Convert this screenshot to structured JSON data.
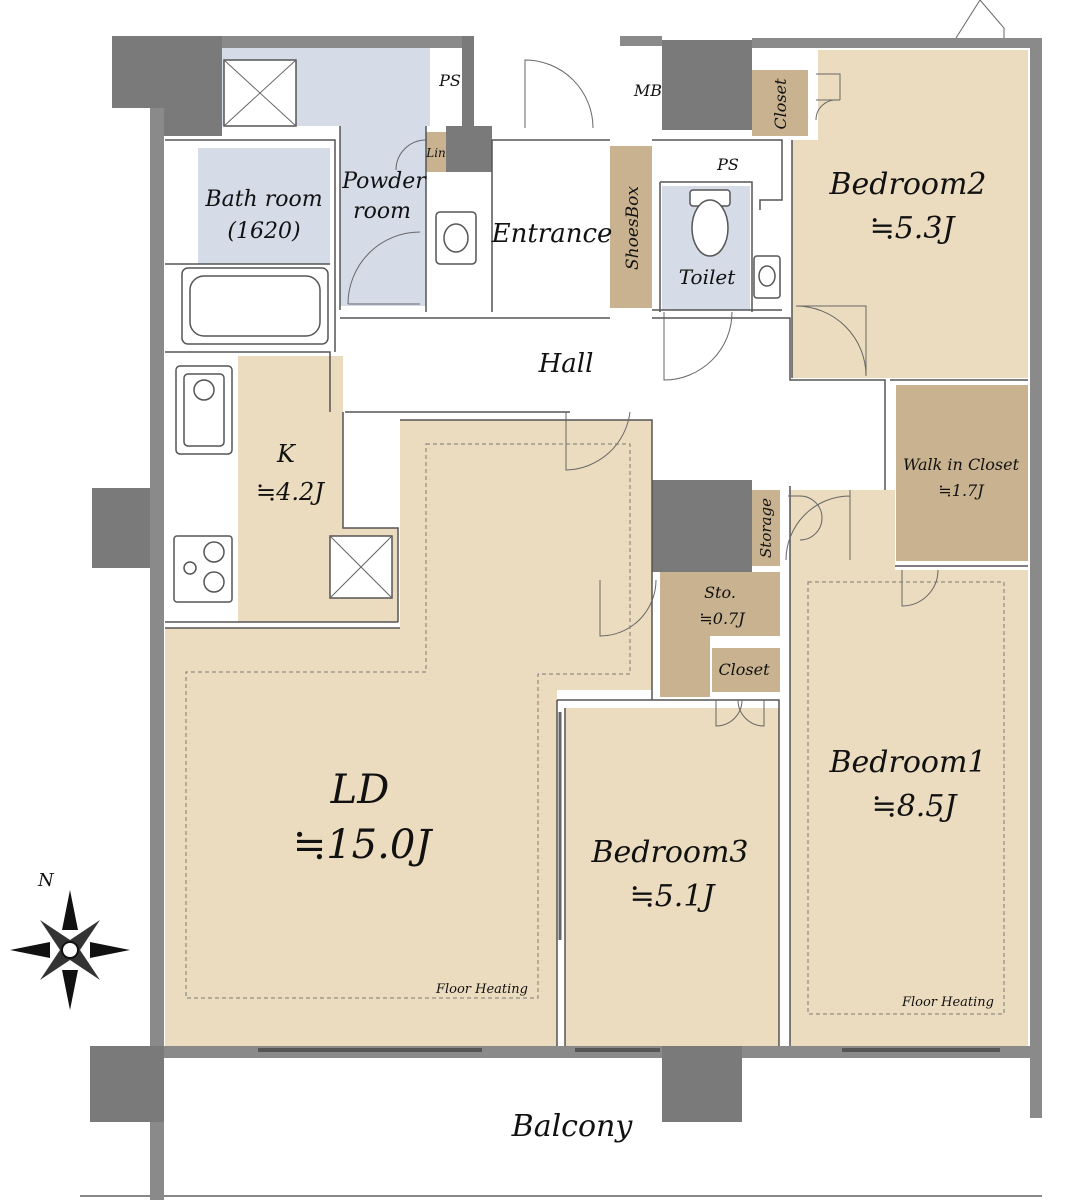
{
  "rooms": {
    "ld": {
      "name": "LD",
      "size": "≒15.0J"
    },
    "kitchen": {
      "name": "K",
      "size": "≒4.2J"
    },
    "bedroom1": {
      "name": "Bedroom1",
      "size": "≒8.5J"
    },
    "bedroom2": {
      "name": "Bedroom2",
      "size": "≒5.3J"
    },
    "bedroom3": {
      "name": "Bedroom3",
      "size": "≒5.1J"
    },
    "walk_in_closet": {
      "name": "Walk in Closet",
      "size": "≒1.7J"
    },
    "sto": {
      "name": "Sto.",
      "size": "≒0.7J"
    },
    "bath": {
      "name": "Bath room",
      "size": "(1620)"
    },
    "powder": {
      "name": "Powder",
      "name2": "room"
    },
    "entrance": "Entrance",
    "hall": "Hall",
    "toilet": "Toilet",
    "balcony": "Balcony",
    "shoes_box": "ShoesBox",
    "storage": "Storage",
    "closet_top": "Closet",
    "closet_mid": "Closet",
    "ps_top": "PS",
    "ps_toilet": "PS",
    "mb": "MB",
    "lin": "Lin"
  },
  "notes": {
    "floor_heating_ld": "Floor Heating",
    "floor_heating_bedroom1": "Floor Heating"
  },
  "compass": {
    "north": "N"
  },
  "colors": {
    "room": "#ecdcbf",
    "wet_area": "#d6dbe8",
    "storage": "#c9b28f",
    "wall": "#7a7a7a"
  }
}
